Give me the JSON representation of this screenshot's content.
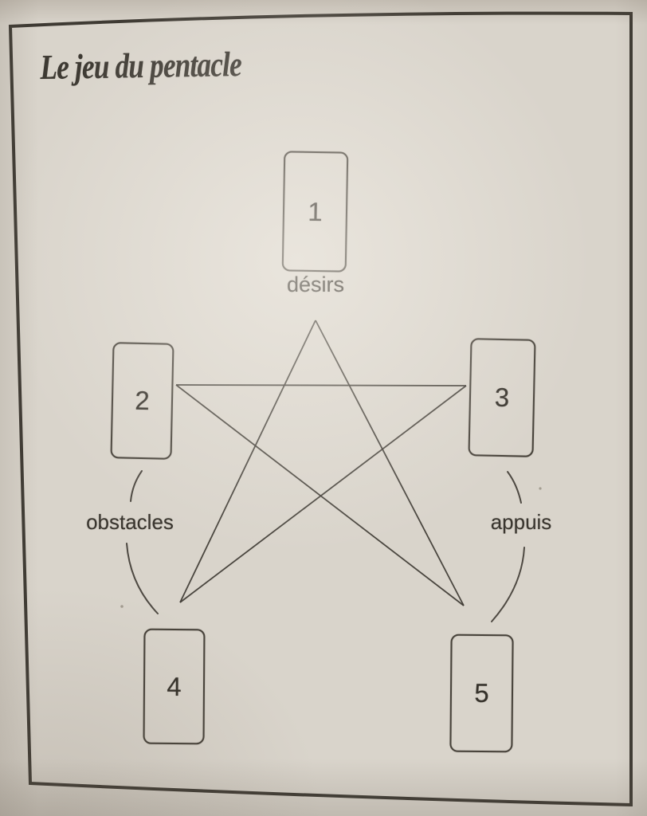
{
  "page": {
    "title": "Le jeu du pentacle"
  },
  "diagram": {
    "positions": [
      {
        "number": "1",
        "label": "désirs"
      },
      {
        "number": "2",
        "label": "obstacles"
      },
      {
        "number": "3",
        "label": "appuis"
      },
      {
        "number": "4",
        "label": ""
      },
      {
        "number": "5",
        "label": ""
      }
    ]
  },
  "theme": {
    "paper_color": "#d9d4cb",
    "ink_color": "#3e3a33"
  }
}
